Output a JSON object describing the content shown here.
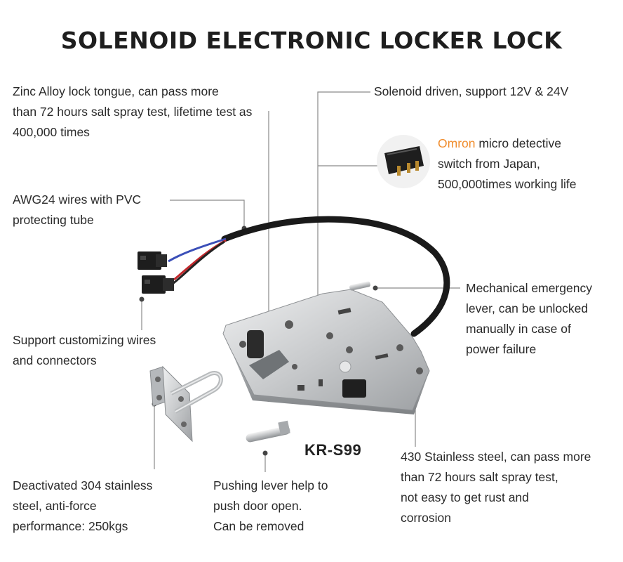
{
  "title": "SOLENOID ELECTRONIC LOCKER LOCK",
  "model_label": "KR-S99",
  "callouts": {
    "zinc_alloy": {
      "line1": "Zinc Alloy lock tongue, can pass more",
      "line2": "than 72 hours salt spray test, lifetime test as",
      "line3": "400,000 times"
    },
    "solenoid": {
      "line1": "Solenoid driven, support 12V & 24V"
    },
    "omron": {
      "brand": "Omron",
      "line1_rest": " micro detective",
      "line2": "switch from Japan,",
      "line3": "500,000times working life"
    },
    "awg24": {
      "line1": "AWG24 wires with PVC",
      "line2": "protecting tube"
    },
    "customize": {
      "line1": "Support customizing wires",
      "line2": "and connectors"
    },
    "emergency": {
      "line1": "Mechanical emergency",
      "line2": "lever, can be unlocked",
      "line3": "manually in case of",
      "line4": "power failure"
    },
    "stainless_304": {
      "line1": "Deactivated 304 stainless",
      "line2": "steel, anti-force",
      "line3": "performance: 250kgs"
    },
    "pushing_lever": {
      "line1": "Pushing lever help to",
      "line2": "push door open.",
      "line3": "Can be removed"
    },
    "stainless_430": {
      "line1": "430 Stainless steel, can pass more",
      "line2": "than 72 hours salt spray test,",
      "line3": "not easy to get rust and",
      "line4": "corrosion"
    }
  },
  "colors": {
    "brand_accent": "#f08c2c",
    "text": "#2a2a2a",
    "leader_line": "#8a8a8a",
    "steel": "#c9cbcd"
  }
}
